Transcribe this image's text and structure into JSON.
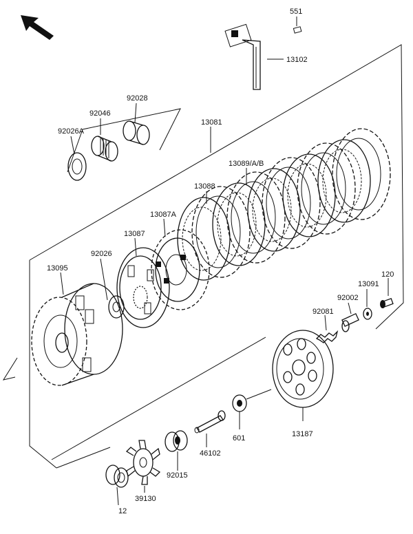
{
  "labels": {
    "p551": "551",
    "p13102": "13102",
    "p92028": "92028",
    "p92046": "92046",
    "p92026A": "92026A",
    "p13081": "13081",
    "p13089": "13089/A/B",
    "p13088": "13088",
    "p13087A": "13087A",
    "p13087": "13087",
    "p92026": "92026",
    "p13095": "13095",
    "p120": "120",
    "p13091": "13091",
    "p92002": "92002",
    "p92081": "92081",
    "p601": "601",
    "p13187": "13187",
    "p46102": "46102",
    "p92015": "92015",
    "p39130": "39130",
    "p12": "12"
  }
}
